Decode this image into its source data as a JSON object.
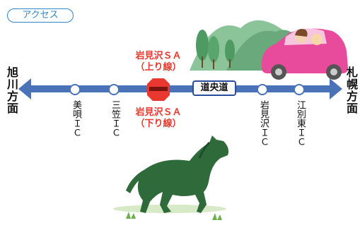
{
  "header": {
    "badge": "アクセス"
  },
  "directions": {
    "left": "旭川方面",
    "right": "札幌方面"
  },
  "road": {
    "label": "道央道"
  },
  "interchanges": [
    {
      "name": "美唄ＩＣ"
    },
    {
      "name": "三笠ＩＣ"
    },
    {
      "name": "岩見沢ＩＣ"
    },
    {
      "name": "江別東ＩＣ"
    }
  ],
  "service_areas": {
    "up": {
      "name": "岩見沢ＳＡ",
      "line": "（上り線）"
    },
    "down": {
      "name": "岩見沢ＳＡ",
      "line": "（下り線）"
    }
  },
  "colors": {
    "road": "#4a72b8",
    "sa": "#e8382f",
    "badge": "#2e86c9",
    "car": "#e84b9b",
    "horse": "#2f6b3a",
    "mountain": "#7fb98c"
  },
  "icons": [
    "left-arrow-icon",
    "right-arrow-icon",
    "sa-octagon-icon",
    "car-icon",
    "horse-icon",
    "mountain-icon"
  ]
}
